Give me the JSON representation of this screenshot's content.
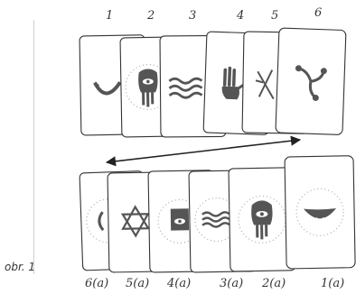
{
  "top_labels": [
    "1",
    "2",
    "3",
    "4",
    "5",
    "6"
  ],
  "bottom_labels": [
    "6(a)",
    "5(a)",
    "4(a)",
    "3(a)",
    "2(a)",
    "1(a)"
  ],
  "caption": "obr. 1",
  "top_row_symbols": [
    "cup-symbol",
    "hand-eye-symbol",
    "waves-symbol",
    "hand-symbol",
    "crossed-lines-symbol",
    "triskele-symbol"
  ],
  "bottom_row_symbols": [
    "cup-symbol",
    "hexagram-symbol",
    "hand-eye-symbol",
    "waves-symbol",
    "hand-eye-symbol",
    "cup-symbol"
  ],
  "arrow": "double-headed",
  "colors": {
    "ink": "#555555",
    "card_fill": "#ffffff",
    "card_stroke": "#333333",
    "dots": "#aaaaaa"
  }
}
